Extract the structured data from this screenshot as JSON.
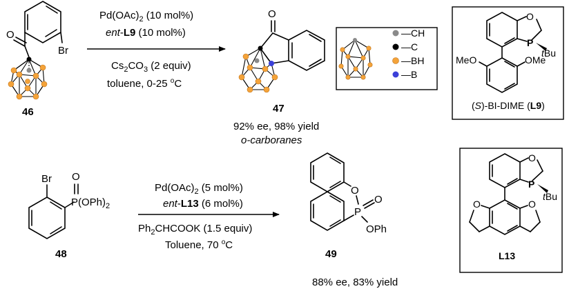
{
  "colors": {
    "boron_h": "#f4a33a",
    "boron": "#3b40d8",
    "carbon": "#000000",
    "carbon_h": "#8a8a8a"
  },
  "top": {
    "substrate": {
      "label": "46",
      "br": "Br",
      "oxygen": "O"
    },
    "conditions": {
      "catalyst_pre": "Pd(OAc)",
      "catalyst_sub": "2",
      "catalyst_post": " (10 mol%)",
      "ligand_prefix": "ent",
      "ligand_dash": "-",
      "ligand_name": "L9",
      "ligand_post": " (10 mol%)",
      "base_pre": "Cs",
      "base_sub1": "2",
      "base_mid": "CO",
      "base_sub2": "3",
      "base_post": " (2 equiv)",
      "solvent_pre": "toluene, 0-25 ",
      "solvent_sup": "o",
      "solvent_post": "C"
    },
    "product": {
      "label": "47",
      "oxygen": "O",
      "result": "92% ee, 98% yield",
      "class": "o-carboranes"
    },
    "legend": [
      {
        "icon": "gray-dot",
        "text": "—CH"
      },
      {
        "icon": "black-dot",
        "text": "—C"
      },
      {
        "icon": "orange-dot",
        "text": "—BH"
      },
      {
        "icon": "blue-dot",
        "text": "—B"
      }
    ],
    "ligand_box": {
      "oxygen": "O",
      "phosphorus": "P",
      "tbu_t": "t",
      "tbu_bu": "Bu",
      "ome_left": "MeO",
      "ome_right": "OMe",
      "name_pre": "(",
      "name_s": "S",
      "name_mid": ")-BI-DIME (",
      "name_l": "L9",
      "name_post": ")"
    }
  },
  "bottom": {
    "substrate": {
      "label": "48",
      "br": "Br",
      "oxygen": "O",
      "p_pre": "P(OPh)",
      "p_sub": "2"
    },
    "conditions": {
      "catalyst_pre": "Pd(OAc)",
      "catalyst_sub": "2",
      "catalyst_post": " (5 mol%)",
      "ligand_prefix": "ent",
      "ligand_dash": "-",
      "ligand_name": "L13",
      "ligand_post": " (6 mol%)",
      "base_pre": "Ph",
      "base_sub": "2",
      "base_post": "CHCOOK (1.5 equiv)",
      "solvent_pre": "Toluene, 70 ",
      "solvent_sup": "o",
      "solvent_post": "C"
    },
    "product": {
      "label": "49",
      "ring_o": "O",
      "phosphorus": "P",
      "oxo": "O",
      "ophenyl": "OPh",
      "result": "88% ee, 83% yield"
    },
    "ligand_box": {
      "oxygen": "O",
      "phosphorus": "P",
      "tbu_t": "t",
      "tbu_bu": "Bu",
      "o_left": "O",
      "o_right": "O",
      "name": "L13"
    }
  }
}
